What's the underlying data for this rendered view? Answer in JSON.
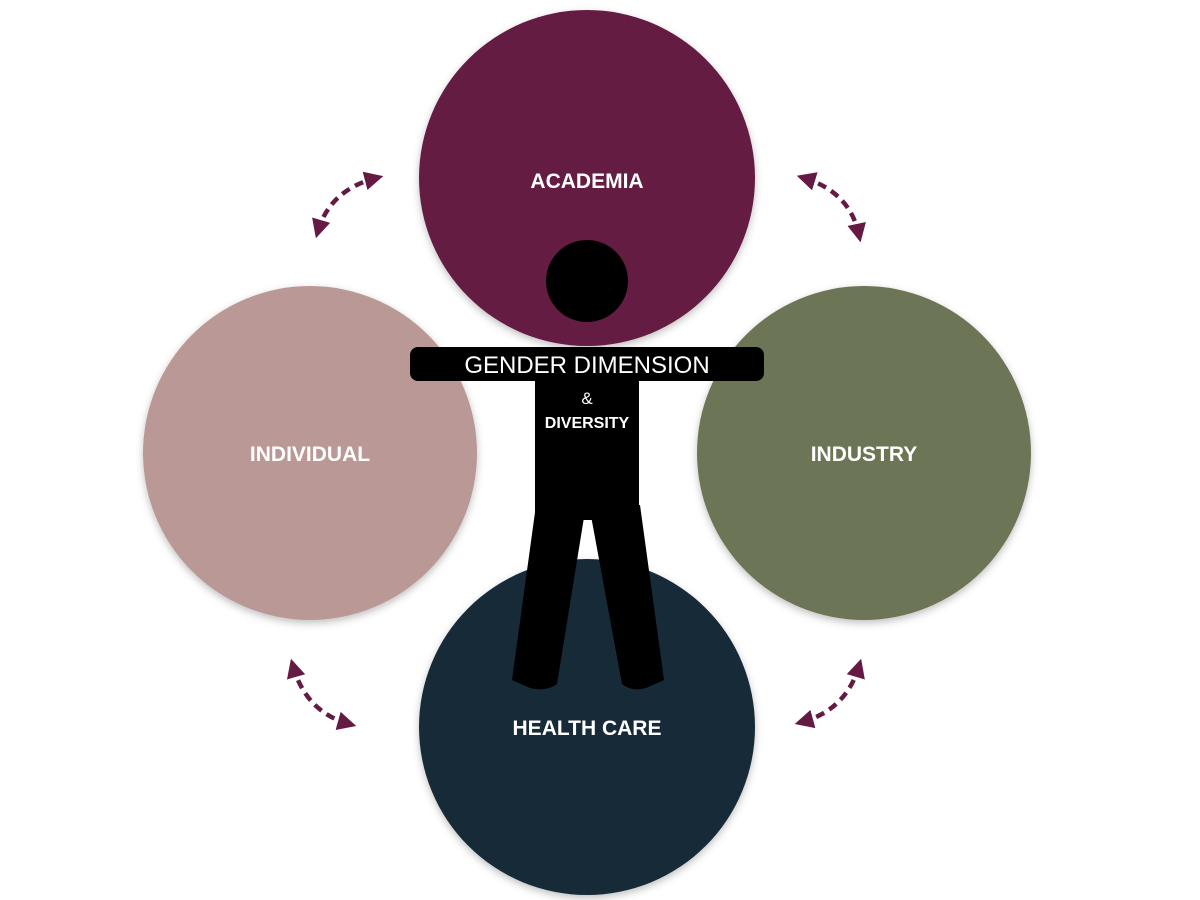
{
  "circles": {
    "academia": {
      "label": "ACADEMIA",
      "color": "#651a43"
    },
    "individual": {
      "label": "INDIVIDUAL",
      "color": "#ba9895"
    },
    "industry": {
      "label": "INDUSTRY",
      "color": "#6c7454"
    },
    "health_care": {
      "label": "HEALTH CARE",
      "color": "#192a39"
    }
  },
  "figure": {
    "title": "GENDER DIMENSION",
    "ampersand": "&",
    "subtitle": "DIVERSITY",
    "color": "#000000"
  },
  "arrows": {
    "color": "#651a43",
    "style": "dashed double-headed curved"
  }
}
